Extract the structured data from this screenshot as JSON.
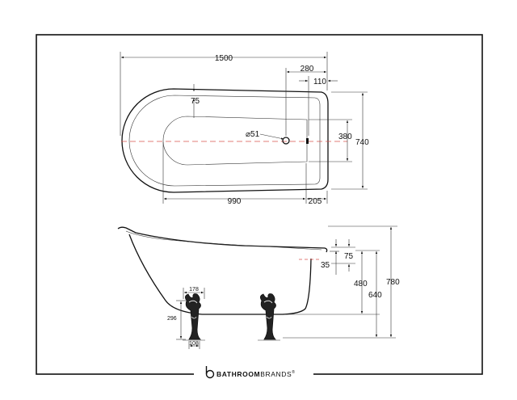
{
  "plan_view": {
    "length": "1500",
    "waste_offset": "280",
    "overflow_offset": "110",
    "rim_width": "75",
    "waste_diameter": "⌀51",
    "inner_width": "380",
    "outer_width": "740",
    "inner_length": "990",
    "end_length": "205"
  },
  "side_view": {
    "rim_thickness": "75",
    "rim_drop": "35",
    "inner_depth": "480",
    "depth_to_base": "640",
    "overall_height": "780"
  },
  "foot_detail": {
    "foot_width": "178",
    "foot_height": "296",
    "foot_base": "108"
  },
  "footer": {
    "brand_prefix": "BATHROOM",
    "brand_suffix": "BRANDS",
    "trademark": "®"
  },
  "colors": {
    "line": "#111111",
    "centerline": "#d9534f",
    "frame": "#111111"
  },
  "icons": [
    "brand-logo-icon"
  ]
}
